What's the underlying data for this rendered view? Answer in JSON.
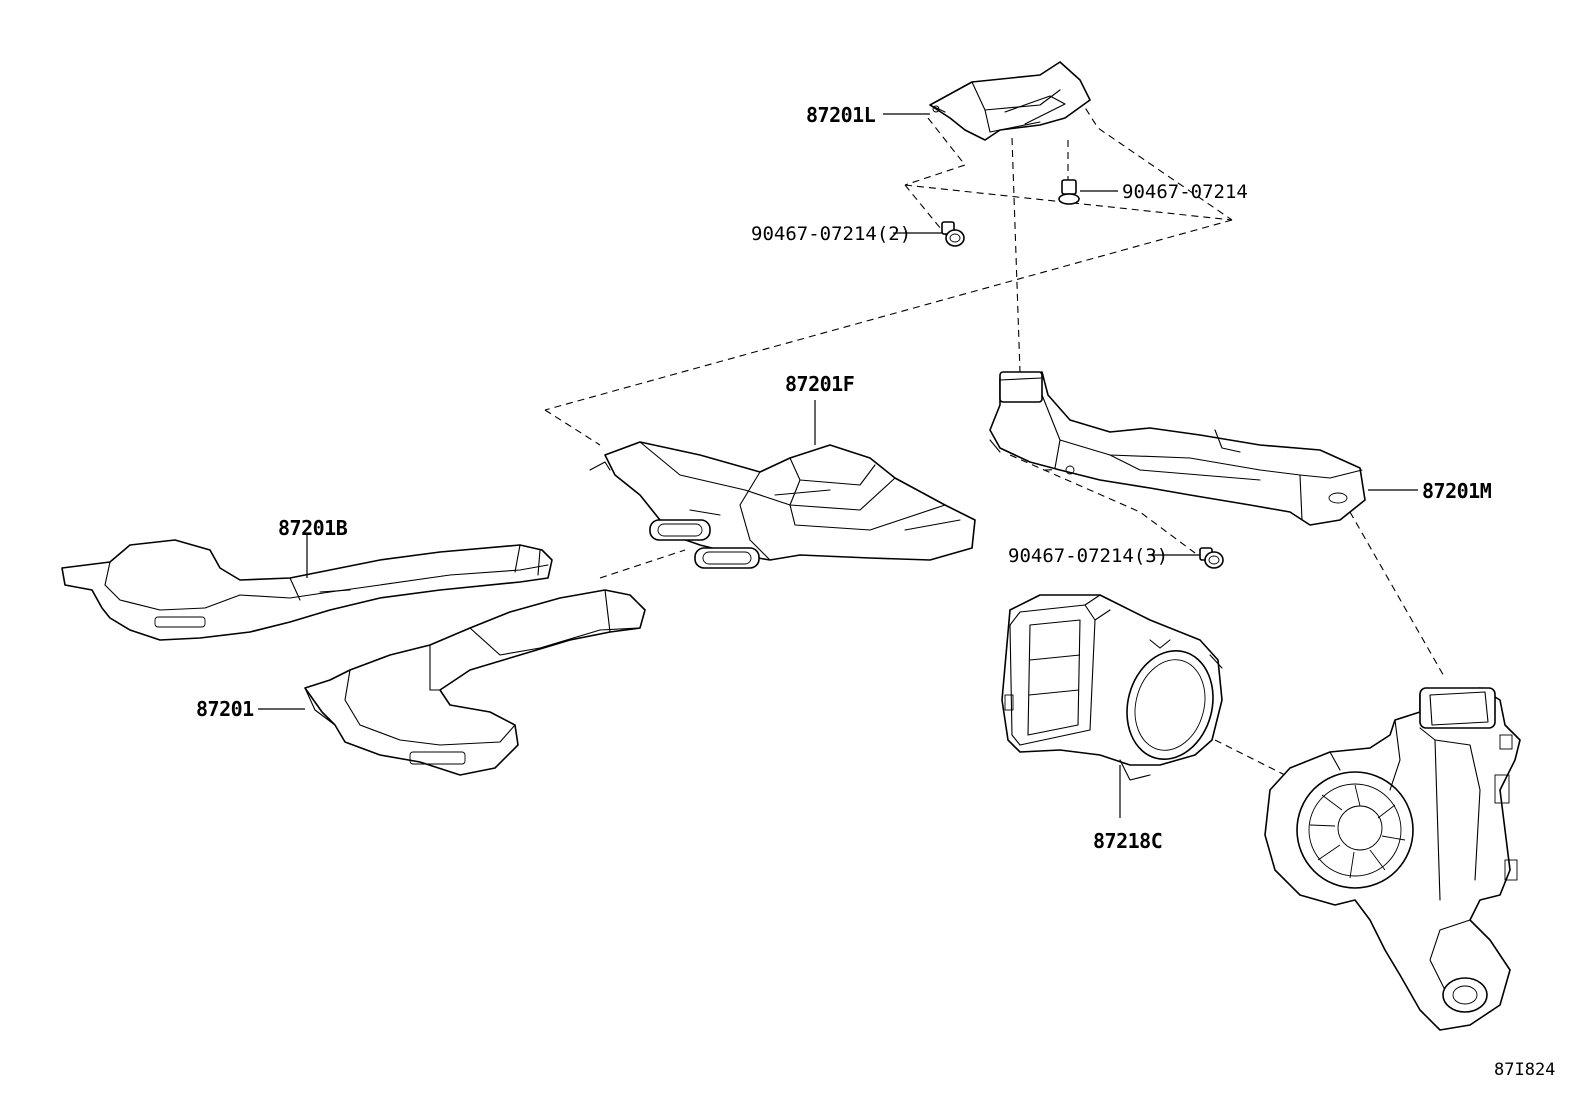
{
  "labels": {
    "part_87201L": "87201L",
    "bolt_top_right": "90467-07214",
    "bolt_top_left": "90467-07214(2)",
    "part_87201F": "87201F",
    "part_87201M": "87201M",
    "bolt_middle": "90467-07214(3)",
    "part_87201B": "87201B",
    "part_87201": "87201",
    "part_87218C": "87218C"
  },
  "diagram_code": "87I824"
}
